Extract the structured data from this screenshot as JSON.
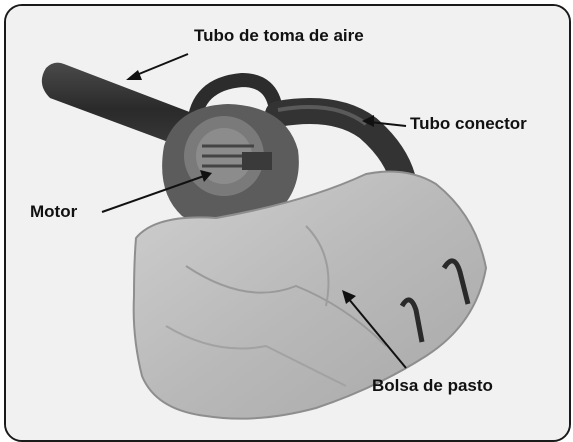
{
  "figure": {
    "callouts": {
      "intake_tube": "Tubo de toma de aire",
      "connector_tube": "Tubo conector",
      "motor": "Motor",
      "grass_bag": "Bolsa de pasto"
    }
  }
}
